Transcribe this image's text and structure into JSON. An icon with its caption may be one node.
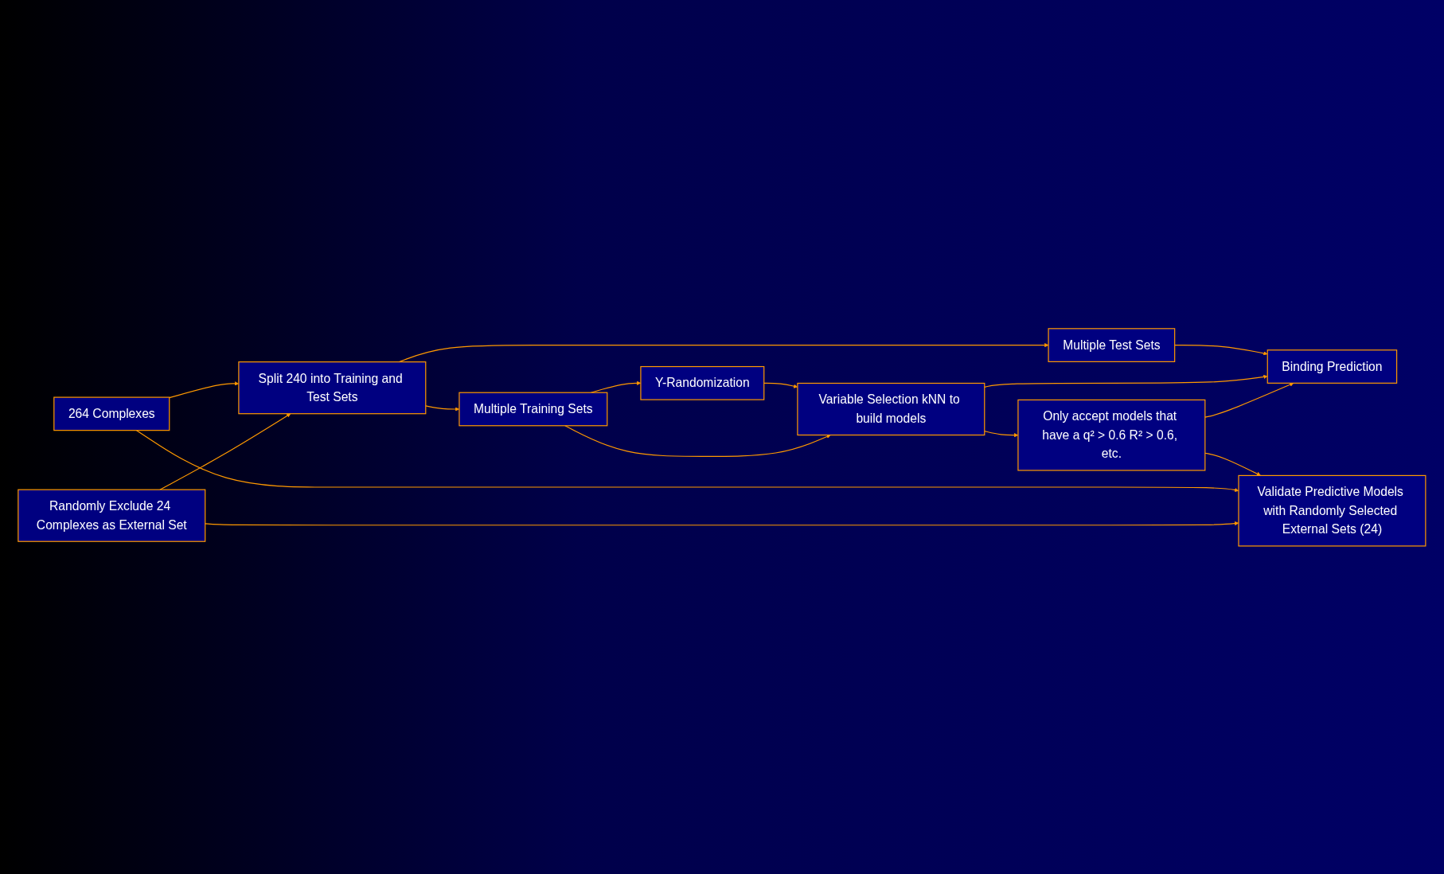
{
  "diagram": {
    "nodes": [
      {
        "text": [
          "264 Complexes"
        ]
      },
      {
        "text": [
          "Split 240 into Training and Test Sets"
        ]
      },
      {
        "text": [
          "Multiple Training Sets"
        ]
      },
      {
        "text": [
          "Y-Randomization"
        ]
      },
      {
        "text": [
          "Variable Selection kNN to build models"
        ]
      },
      {
        "text": [
          "Multiple Test Sets"
        ]
      },
      {
        "text": [
          "Binding Prediction"
        ]
      },
      {
        "text": [
          "Randomly Exclude 24 Complexes as External Set"
        ]
      },
      {
        "text": [
          "Only accept models that have a q² > 0.6 R² > 0.6, etc."
        ]
      },
      {
        "text": [
          "Validate Predictive Models with Randomly Selected External Sets (24)"
        ]
      }
    ],
    "edges": [
      {
        "from": 0,
        "to": 1,
        "arrow": "to"
      },
      {
        "from": 7,
        "to": 1,
        "arrow": "to"
      },
      {
        "from": 1,
        "to": 2,
        "arrow": "to"
      },
      {
        "from": 2,
        "to": 3,
        "arrow": "to"
      },
      {
        "from": 3,
        "to": 4,
        "arrow": "to"
      },
      {
        "from": 2,
        "to": 4,
        "arrow": "to"
      },
      {
        "from": 1,
        "to": 5,
        "arrow": "to"
      },
      {
        "from": 5,
        "to": 6,
        "arrow": "to"
      },
      {
        "from": 4,
        "to": 6,
        "arrow": "to"
      },
      {
        "from": 4,
        "to": 8,
        "arrow": "to"
      },
      {
        "from": 8,
        "to": 6,
        "arrow": "to"
      },
      {
        "from": 8,
        "to": 9,
        "arrow": "to"
      },
      {
        "from": 0,
        "to": 9,
        "arrow": "to"
      },
      {
        "from": 7,
        "to": 9,
        "arrow": "to"
      }
    ]
  }
}
